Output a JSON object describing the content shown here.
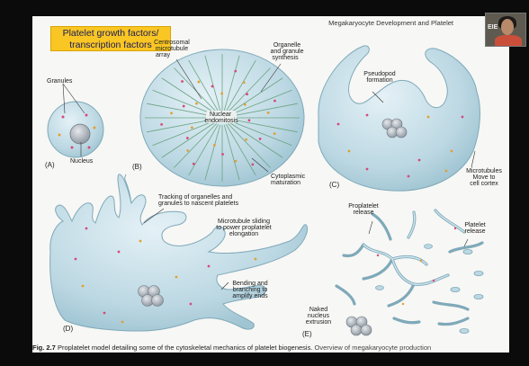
{
  "slide": {
    "header": "Megakaryocyte Development and Platelet",
    "title_box": [
      "Platelet growth factors/",
      "transcription factors"
    ],
    "webcam_tag": "EIE"
  },
  "diagram": {
    "labels": {
      "granules": "Granules",
      "nucleus": "Nucleus",
      "centrosomal": [
        "Centrosomal",
        "microtubule",
        "array"
      ],
      "organelle": [
        "Organelle",
        "and granule",
        "synthesis"
      ],
      "nuclear_endomitosis": [
        "Nuclear",
        "endomitosis"
      ],
      "cytoplasmic": [
        "Cytoplasmic",
        "maturation"
      ],
      "pseudopod": [
        "Pseudopod",
        "formation"
      ],
      "microtubules": [
        "Microtubules",
        "Move to",
        "cell cortex"
      ],
      "tracking": [
        "Tracking of organelles and",
        "granules to nascent platelets"
      ],
      "sliding": [
        "Microtubule sliding",
        "to power proplatelet",
        "elongation"
      ],
      "bending": [
        "Bending and",
        "branching to",
        "amplify ends"
      ],
      "proplatelet_release": [
        "Proplatelet",
        "release"
      ],
      "platelet_release": [
        "Platelet",
        "release"
      ],
      "naked_nucleus": [
        "Naked",
        "nucleus",
        "extrusion"
      ]
    },
    "panels": {
      "a": "(A)",
      "b": "(B)",
      "c": "(C)",
      "d": "(D)",
      "e": "(E)"
    }
  },
  "caption": {
    "fig": "Fig. 2.7",
    "text": "Proplatelet model detailing some of the cytoskeletal mechanics of platelet biogenesis.",
    "extra": "Overview of megakaryocyte production"
  }
}
